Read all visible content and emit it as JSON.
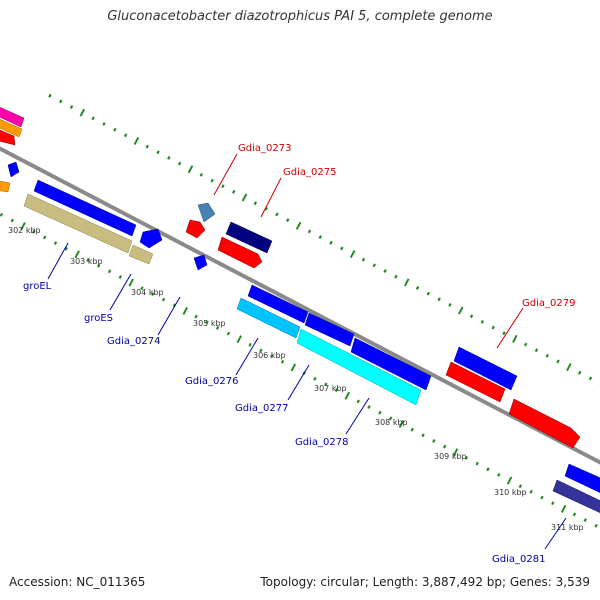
{
  "title": "Gluconacetobacter diazotrophicus PAI 5, complete genome",
  "footer": {
    "accession": "Accession: NC_011365",
    "topology": "Topology: circular; Length: 3,887,492 bp; Genes: 3,539"
  },
  "colors": {
    "backbone": "#888888",
    "tick": "#228b22",
    "red_label": "#cc0000",
    "blue_label": "#0000aa"
  },
  "kbp_labels": [
    "302 kbp",
    "303 kbp",
    "304 kbp",
    "305 kbp",
    "306 kbp",
    "307 kbp",
    "308 kbp",
    "309 kbp",
    "310 kbp",
    "311 kbp"
  ],
  "gene_labels": {
    "upper": [
      "Gdia_0273",
      "Gdia_0275",
      "Gdia_0279"
    ],
    "lower": [
      "groEL",
      "groES",
      "Gdia_0274",
      "Gdia_0276",
      "Gdia_0277",
      "Gdia_0278",
      "Gdia_0281"
    ]
  }
}
